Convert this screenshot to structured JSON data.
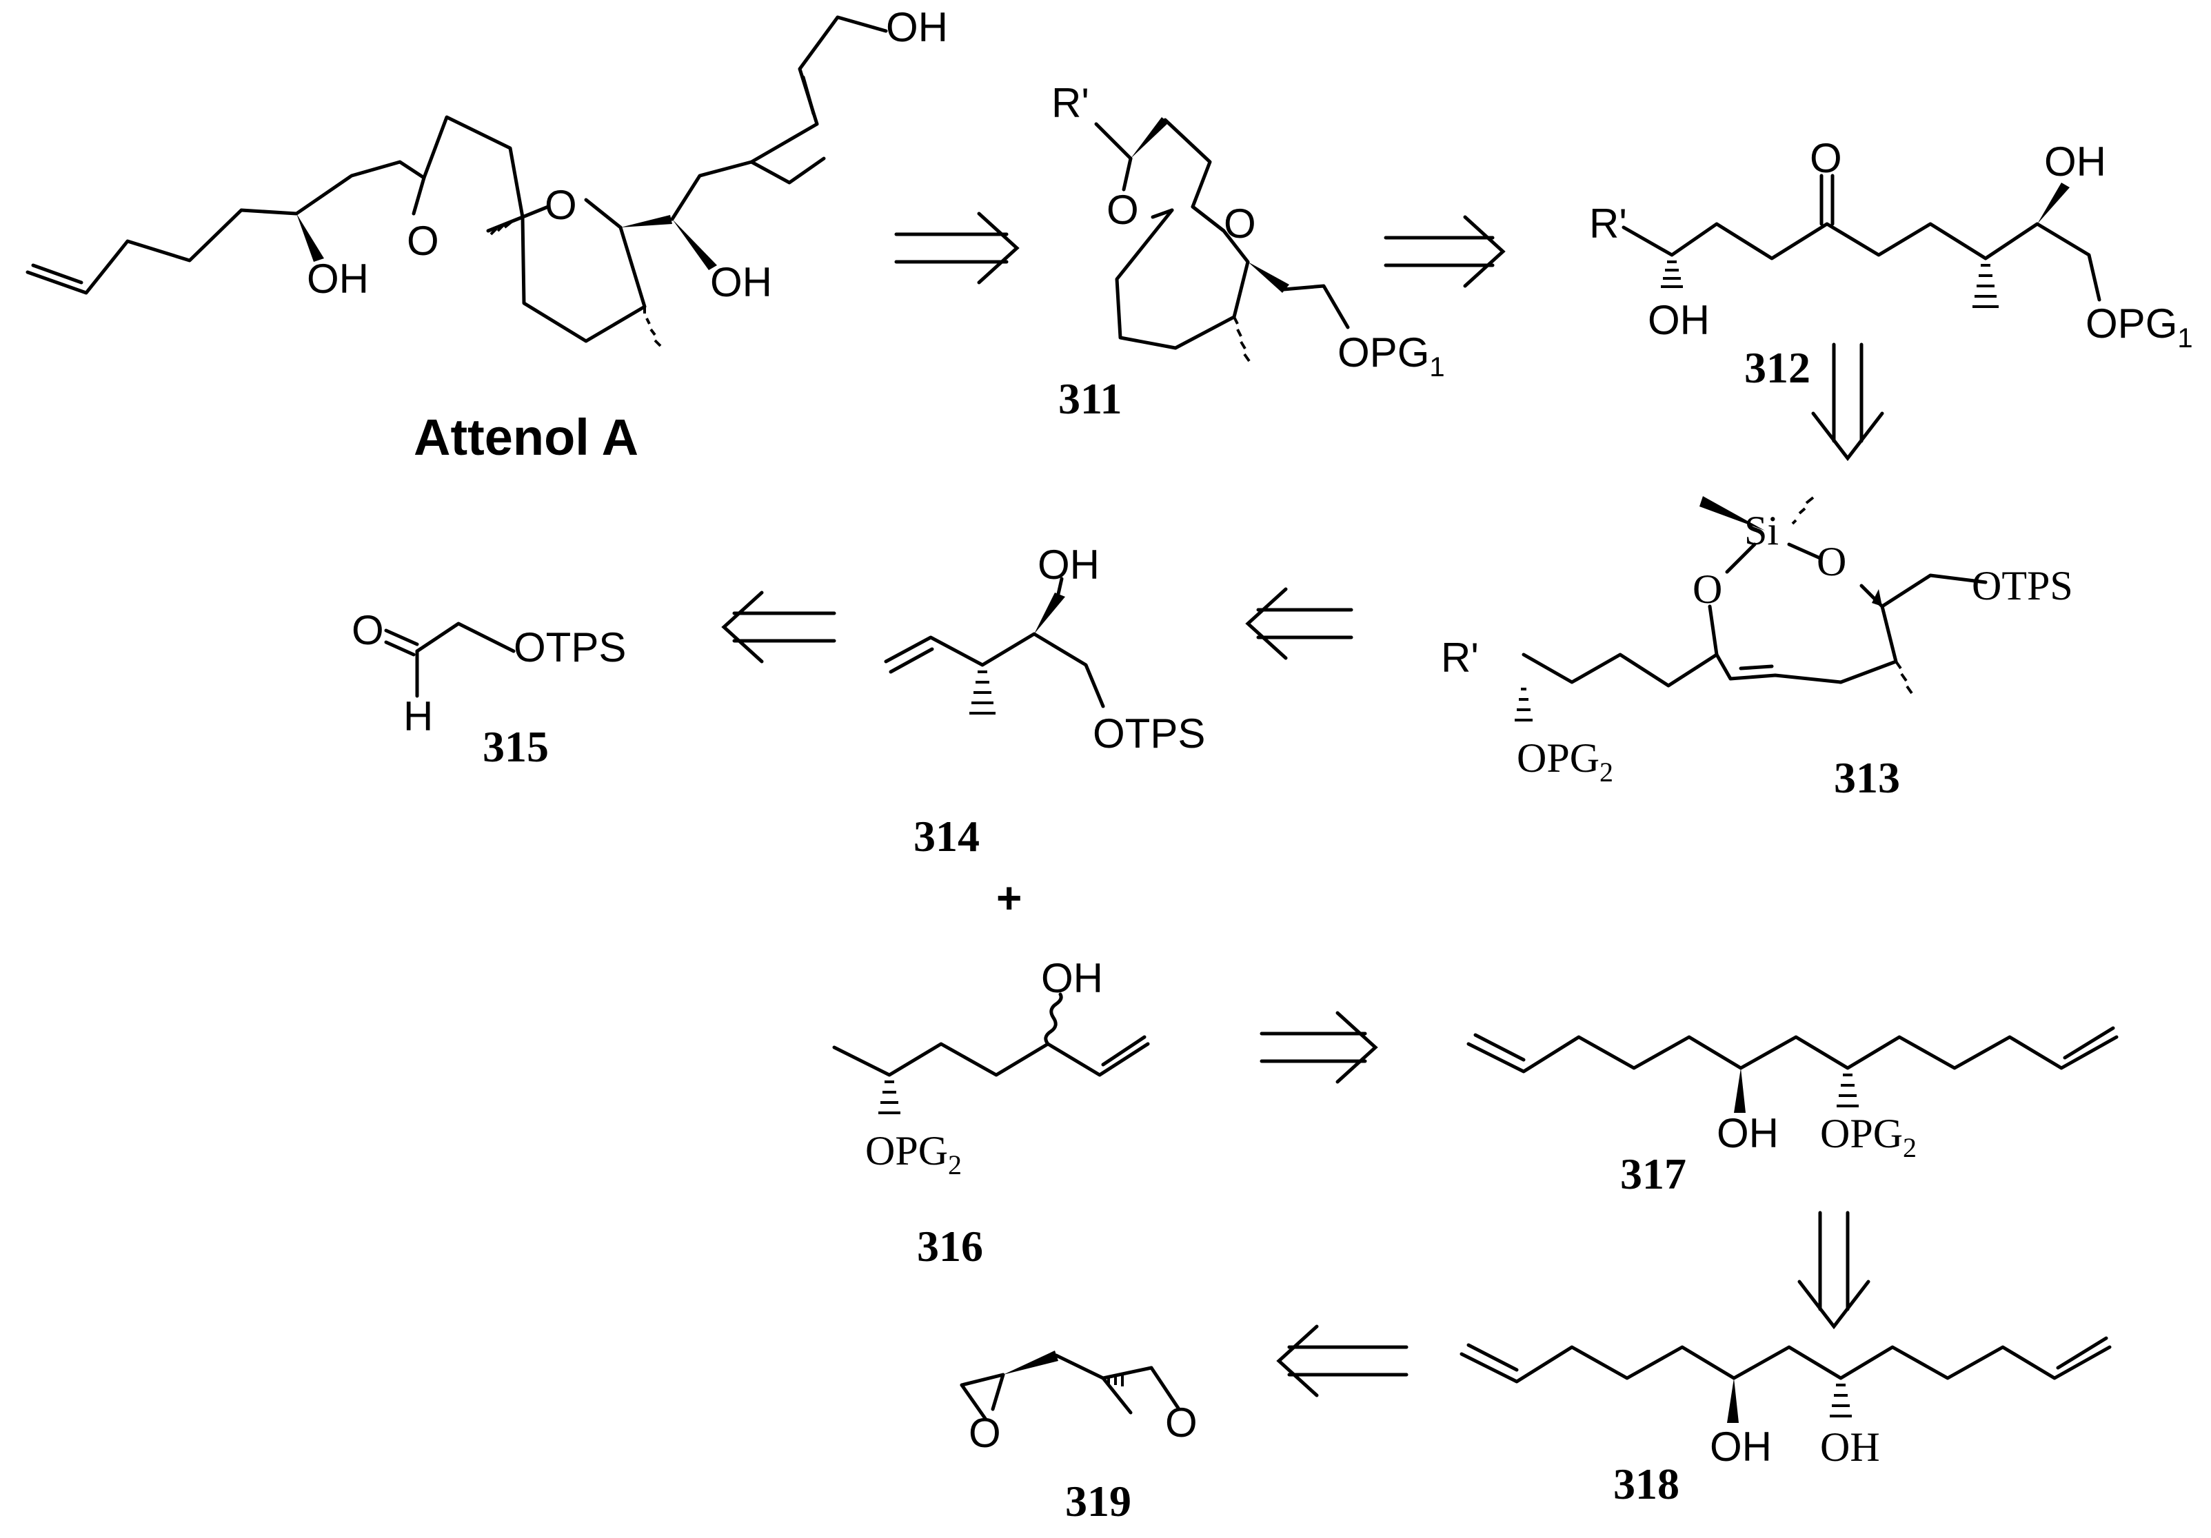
{
  "attenol": {
    "name": "Attenol A",
    "oh1": "OH",
    "oh2": "OH",
    "oh3": "OH",
    "o_ring1": "O",
    "o_ring2": "O"
  },
  "c311": {
    "number": "311",
    "r": "R'",
    "o1": "O",
    "o2": "O",
    "opg": "OPG",
    "opg_sub": "1"
  },
  "c312": {
    "number": "312",
    "r": "R'",
    "carbonyl_o": "O",
    "oh_top": "OH",
    "oh_bottom": "OH",
    "opg": "OPG",
    "opg_sub": "1"
  },
  "c313": {
    "number": "313",
    "si": "Si",
    "o_left": "O",
    "o_right": "O",
    "otps": "OTPS",
    "r": "R'",
    "opg": "OPG",
    "opg_sub": "2"
  },
  "c314": {
    "number": "314",
    "oh": "OH",
    "otps": "OTPS"
  },
  "c315": {
    "number": "315",
    "o": "O",
    "otps": "OTPS",
    "h": "H"
  },
  "plus": "+",
  "c316": {
    "number": "316",
    "oh": "OH",
    "opg": "OPG",
    "opg_sub": "2"
  },
  "c317": {
    "number": "317",
    "oh": "OH",
    "opg": "OPG",
    "opg_sub": "2"
  },
  "c318": {
    "number": "318",
    "oh1": "OH",
    "oh2": "OH"
  },
  "c319": {
    "number": "319",
    "o1": "O",
    "o2": "O"
  }
}
